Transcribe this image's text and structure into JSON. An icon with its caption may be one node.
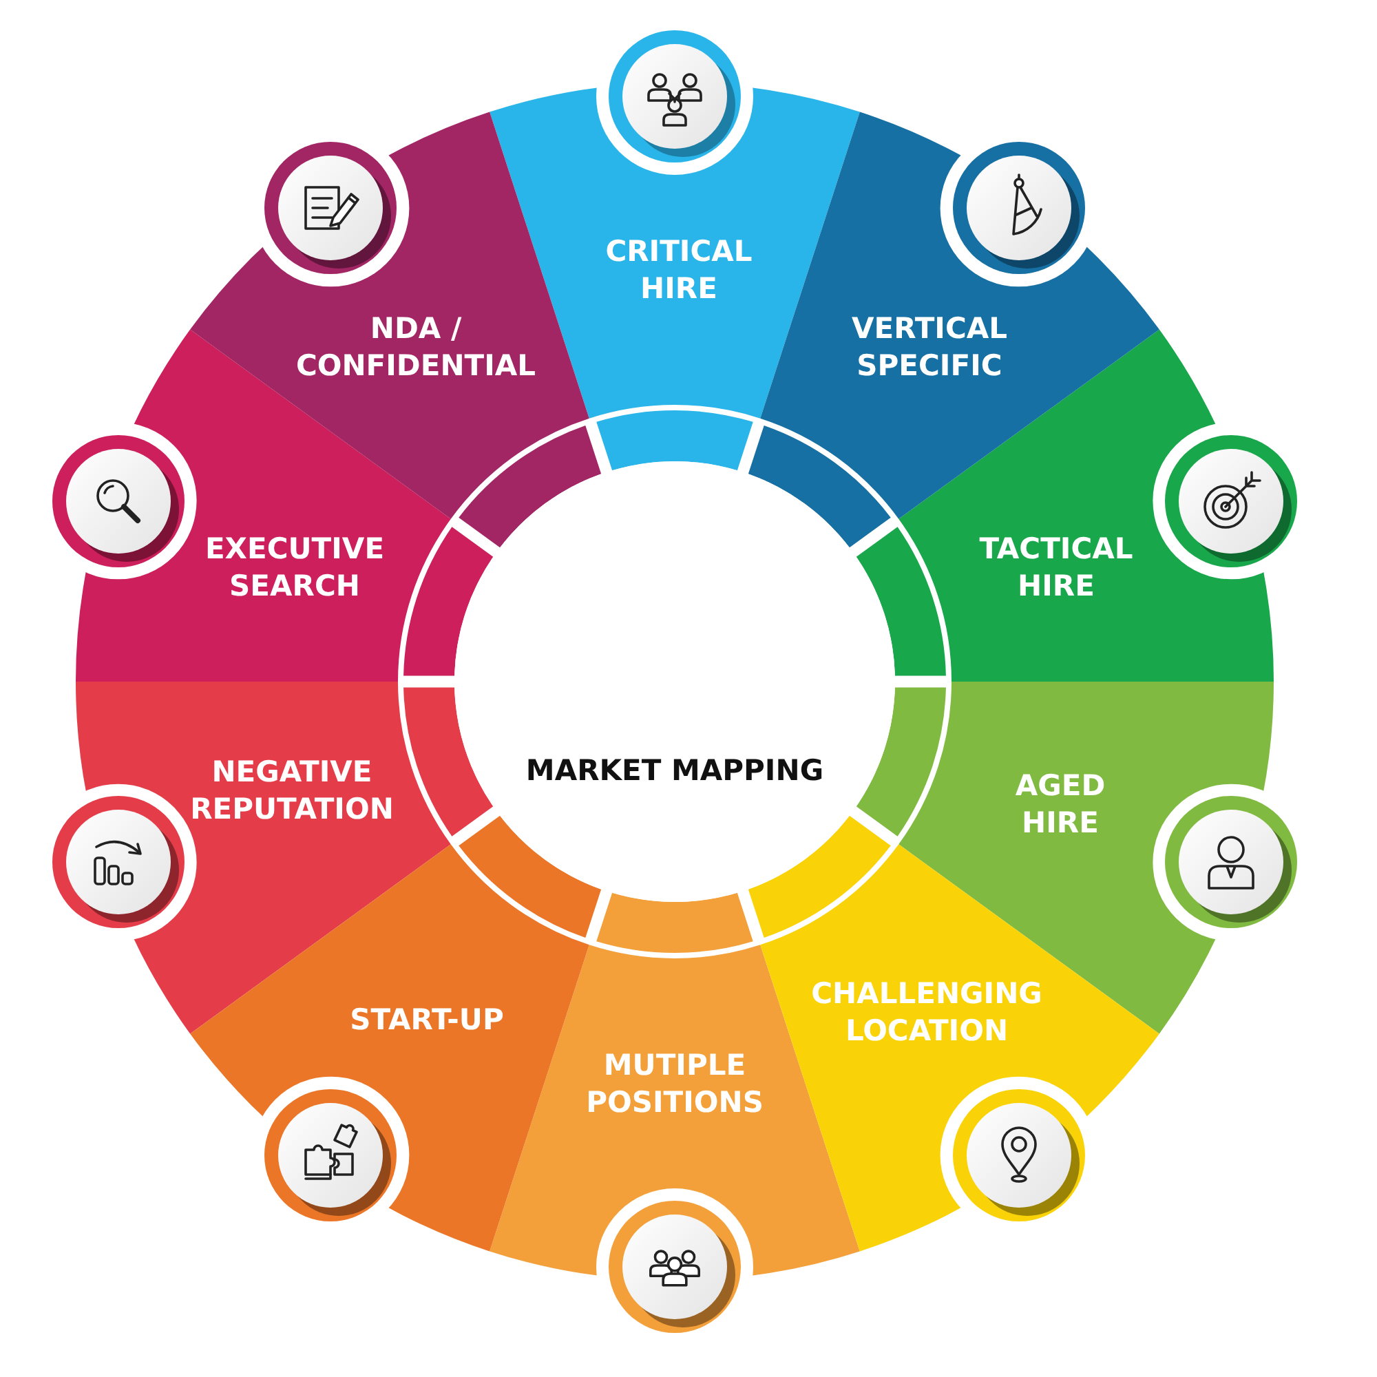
{
  "diagram": {
    "nodes": [
      {
        "text": [
          "CRITICAL HIRE"
        ]
      },
      {
        "text": [
          "VERTICAL SPECIFIC"
        ]
      },
      {
        "text": [
          "TACTICAL HIRE"
        ]
      },
      {
        "text": [
          "AGED HIRE"
        ]
      },
      {
        "text": [
          "CHALLENGING LOCATION"
        ]
      },
      {
        "text": [
          "MUTIPLE POSITIONS"
        ]
      },
      {
        "text": [
          "START-UP"
        ]
      },
      {
        "text": [
          "NEGATIVE REPUTATION"
        ]
      },
      {
        "text": [
          "EXECUTIVE SEARCH"
        ]
      },
      {
        "text": [
          "NDA / CONFIDENTIAL"
        ]
      },
      {
        "text": [
          "MARKET MAPPING"
        ]
      }
    ]
  }
}
